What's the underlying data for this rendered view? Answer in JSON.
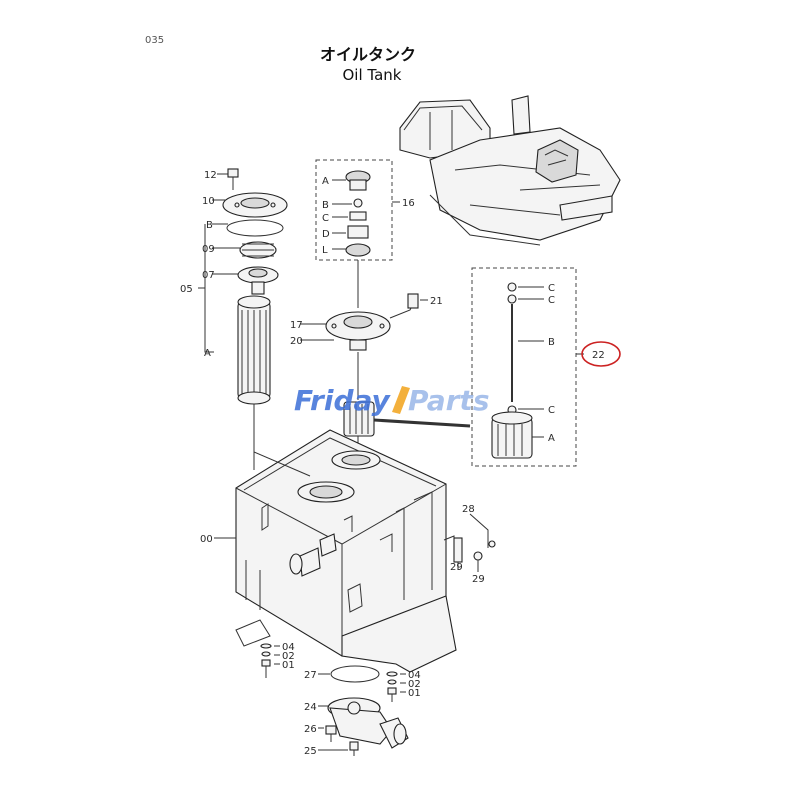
{
  "page_number": "035",
  "title_jp": "オイルタンク",
  "title_en": "Oil Tank",
  "watermark": {
    "text_left": "Friday",
    "text_right": "Parts",
    "color_left": "#3b6fd8",
    "color_right": "#9ab7e8",
    "accent": "#f2a31b"
  },
  "highlight_color": "#cc2222",
  "labels": {
    "l12": "12",
    "l10": "10",
    "lB1": "B",
    "l09": "09",
    "l07": "07",
    "l05": "05",
    "lA1": "A",
    "g16": "16",
    "gA": "A",
    "gB": "B",
    "gC": "C",
    "gD": "D",
    "gL": "L",
    "l21": "21",
    "l17": "17",
    "l20": "20",
    "g22": "22",
    "rC1": "C",
    "rC2": "C",
    "rB": "B",
    "rC3": "C",
    "rA": "A",
    "l00": "00",
    "l28": "28",
    "l29a": "29",
    "l29b": "29",
    "l04a": "04",
    "l02a": "02",
    "l01a": "01",
    "l27": "27",
    "l04b": "04",
    "l02b": "02",
    "l01b": "01",
    "l24": "24",
    "l26": "26",
    "l25": "25"
  }
}
